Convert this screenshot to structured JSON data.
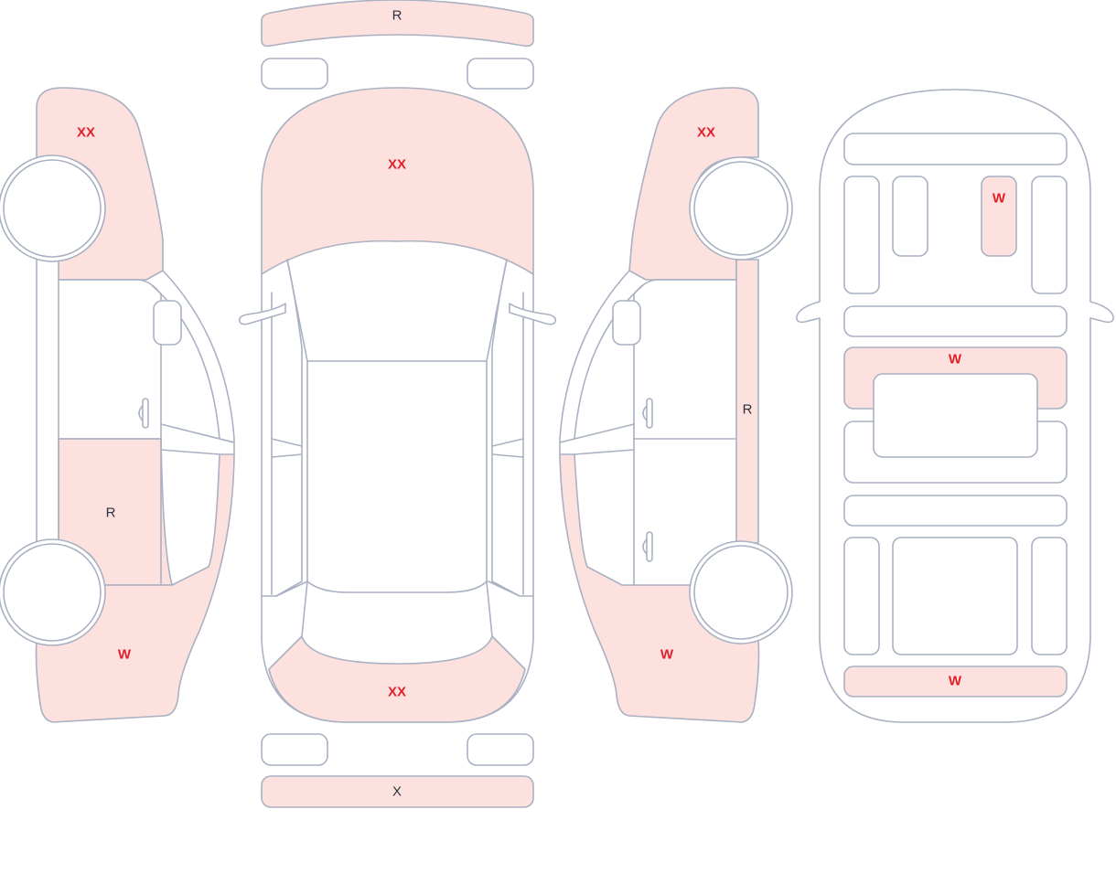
{
  "damage_codes": {
    "rear_bumper": "R",
    "front_bumper": "X",
    "trunk_lid": "XX",
    "hood": "XX",
    "left_rear_fender": "XX",
    "left_rear_door": "R",
    "left_front_fender": "W",
    "right_rear_fender": "XX",
    "right_rocker": "R",
    "right_front_fender": "W",
    "interior_cargo_seat": "W",
    "interior_rear_seat": "W",
    "interior_dashboard": "W"
  },
  "colors": {
    "damage_fill": "#fde1df",
    "outline": "#a9b1c2",
    "severe_text": "#e0202a",
    "minor_text": "#2b3140"
  }
}
